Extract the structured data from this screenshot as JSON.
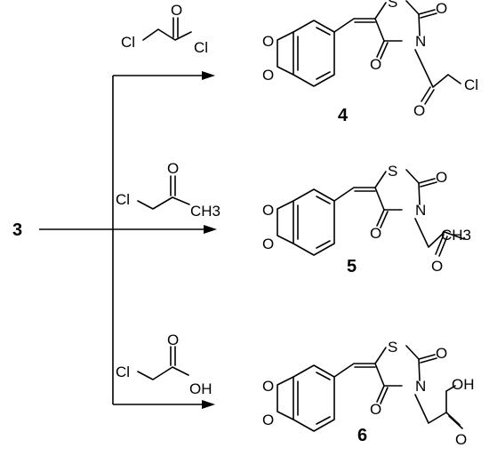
{
  "start_compound": "3",
  "reagents": [
    {
      "id": "chloroacetyl-chloride",
      "atoms": {
        "cl1": "Cl",
        "o": "O",
        "cl2": "Cl"
      }
    },
    {
      "id": "chloroacetone",
      "atoms": {
        "cl": "Cl",
        "o": "O",
        "ch3": "CH3"
      }
    },
    {
      "id": "chloroacetic-acid",
      "atoms": {
        "cl": "Cl",
        "o": "O",
        "oh": "OH"
      }
    }
  ],
  "products": [
    {
      "id": "4",
      "atoms": {
        "s": "S",
        "n": "N",
        "o_ring": "O",
        "o_c2": "O",
        "o_acyl": "O",
        "cl": "Cl"
      }
    },
    {
      "id": "5",
      "atoms": {
        "s": "S",
        "n": "N",
        "o_ring": "O",
        "o_c2": "O",
        "o_ketone": "O",
        "ch3": "CH3"
      }
    },
    {
      "id": "6",
      "atoms": {
        "s": "S",
        "n": "N",
        "o_ring": "O",
        "o_c2": "O",
        "o_acid": "O",
        "oh": "OH"
      }
    }
  ],
  "benzodioxole_o": "O"
}
